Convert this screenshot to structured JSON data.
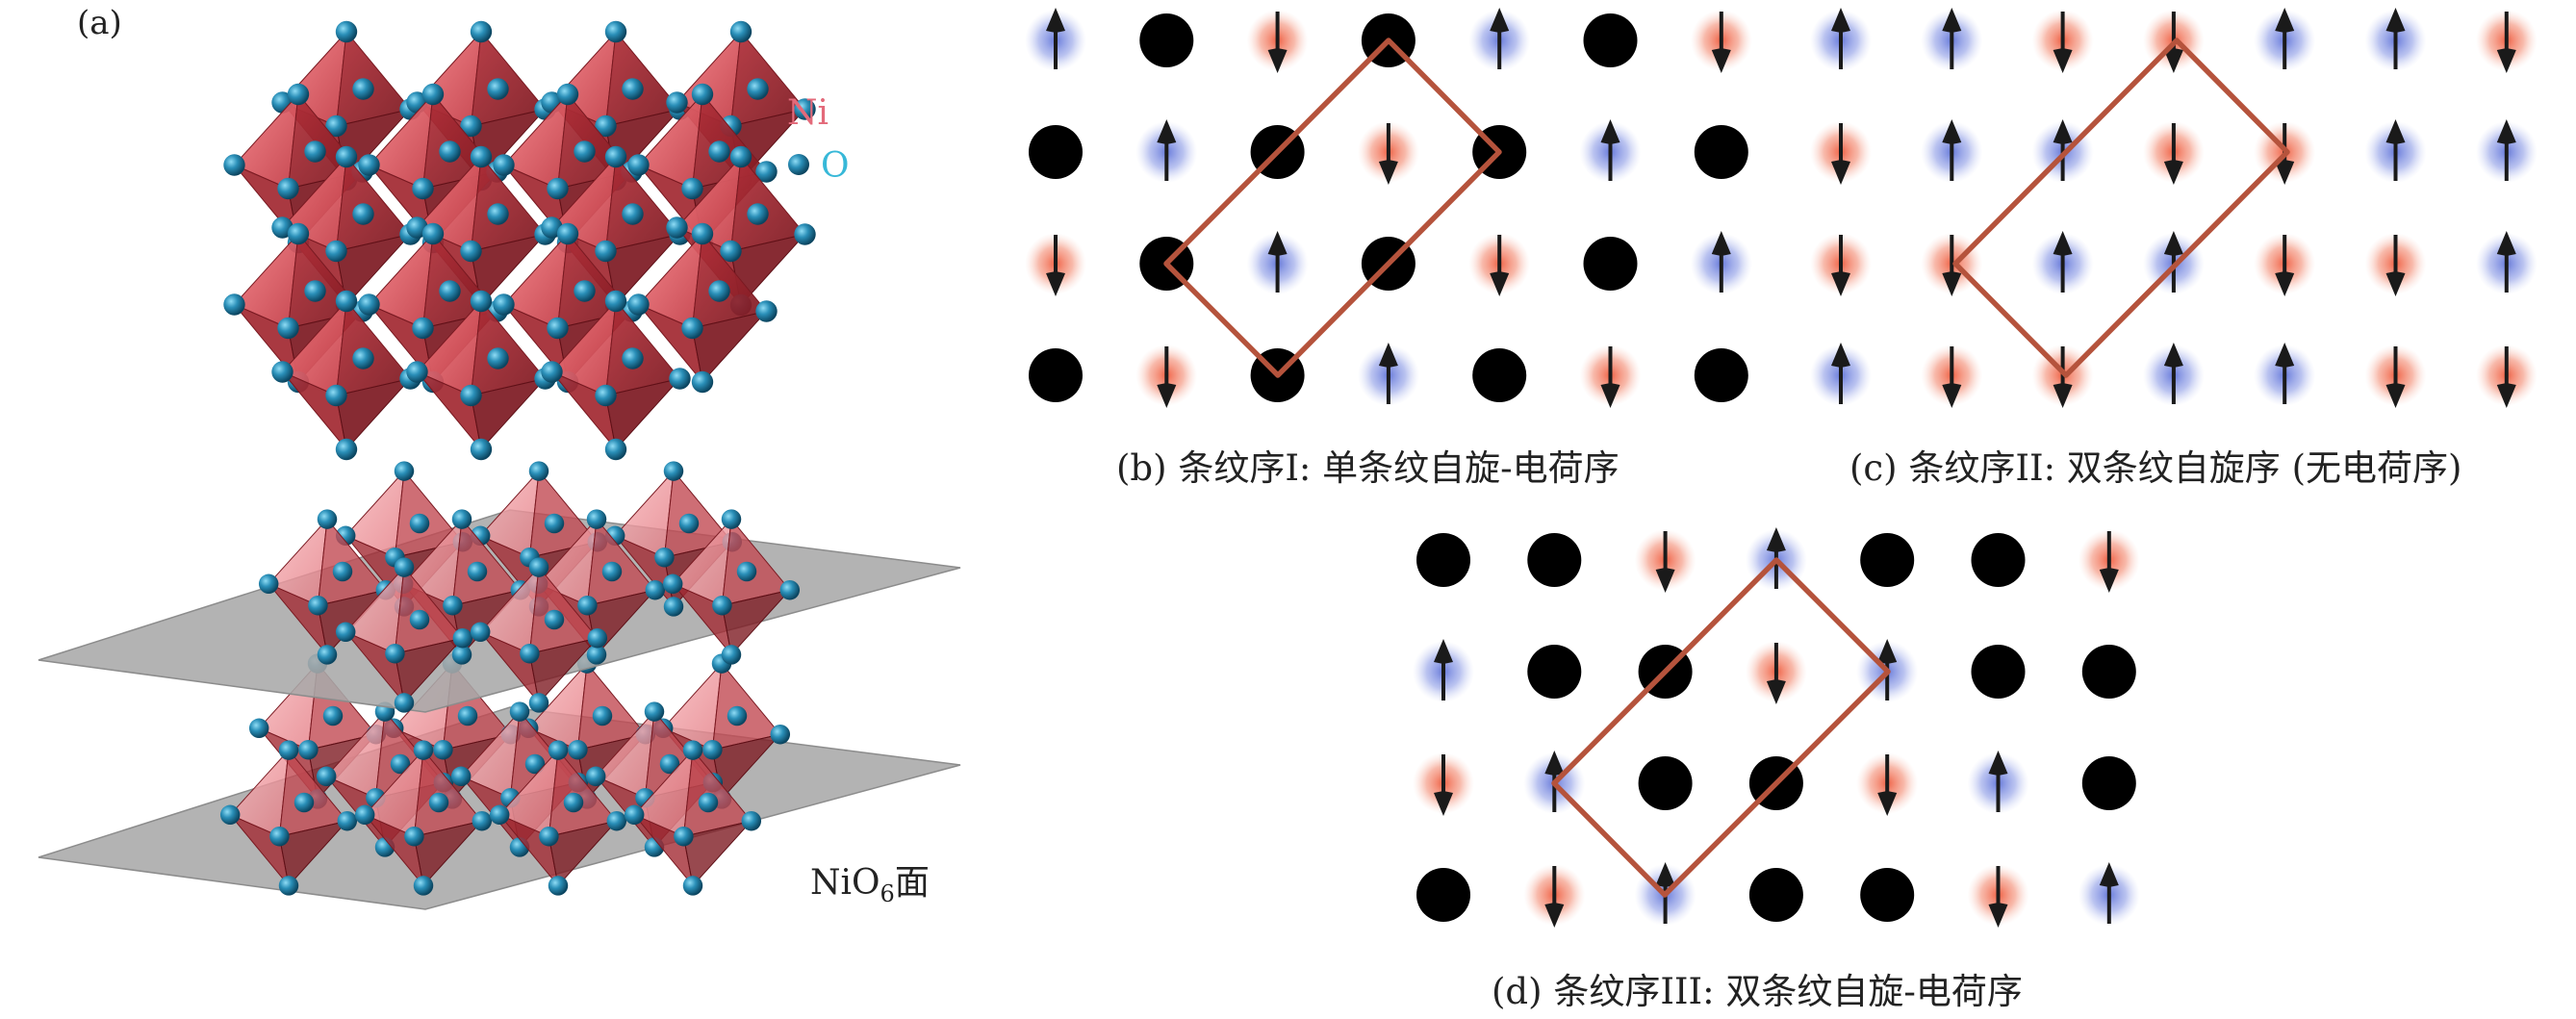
{
  "panel_a": {
    "tag": "(a)",
    "legend": {
      "ni": "Ni",
      "o": "O"
    },
    "plane_label": {
      "prefix": "NiO",
      "sub": "6",
      "suffix": "面"
    },
    "colors": {
      "octahedron": "#d9545c",
      "oxygen": "#1f7fa6",
      "plane": "#a8a8a8"
    }
  },
  "lattice_legend": {
    "spin_up_glow": "#7d8fe0",
    "spin_down_glow": "#f07a5e",
    "hole": "#000000",
    "unit_cell": "#b5533c",
    "legend_text": "NiO6面"
  },
  "panels": [
    {
      "tag": "(b)",
      "caption": "(b) 条纹序I: 单条纹自旋-电荷序",
      "rows": [
        [
          "u",
          "h",
          "d",
          "h",
          "u",
          "h",
          "d"
        ],
        [
          "h",
          "u",
          "h",
          "d",
          "h",
          "u",
          "h"
        ],
        [
          "d",
          "h",
          "u",
          "h",
          "d",
          "h",
          "u"
        ],
        [
          "h",
          "d",
          "h",
          "u",
          "h",
          "d",
          "h"
        ]
      ]
    },
    {
      "tag": "(c)",
      "caption": "(c) 条纹序II: 双条纹自旋序 (无电荷序)",
      "rows": [
        [
          "u",
          "u",
          "d",
          "d",
          "u",
          "u",
          "d"
        ],
        [
          "d",
          "u",
          "u",
          "d",
          "d",
          "u",
          "u"
        ],
        [
          "d",
          "d",
          "u",
          "u",
          "d",
          "d",
          "u"
        ],
        [
          "u",
          "d",
          "d",
          "u",
          "u",
          "d",
          "d"
        ]
      ]
    },
    {
      "tag": "(d)",
      "caption": "(d) 条纹序III: 双条纹自旋-电荷序",
      "rows": [
        [
          "h",
          "h",
          "d",
          "u",
          "h",
          "h",
          "d"
        ],
        [
          "u",
          "h",
          "h",
          "d",
          "u",
          "h",
          "h"
        ],
        [
          "d",
          "u",
          "h",
          "h",
          "d",
          "u",
          "h"
        ],
        [
          "h",
          "d",
          "u",
          "h",
          "h",
          "d",
          "u"
        ]
      ]
    }
  ]
}
